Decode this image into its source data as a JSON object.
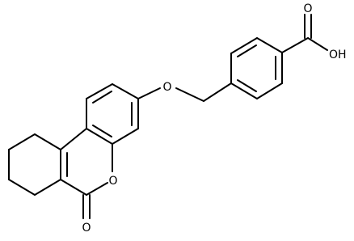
{
  "diagram": {
    "kind": "chemical-structure",
    "line_color": "#000000",
    "background": "#ffffff",
    "atom_labels": {
      "carbonyl_oxygen_acid": "O",
      "hydroxyl": "OH",
      "ether_oxygen": "O",
      "ring_oxygen": "O",
      "lactone_carbonyl_oxygen": "O"
    }
  }
}
